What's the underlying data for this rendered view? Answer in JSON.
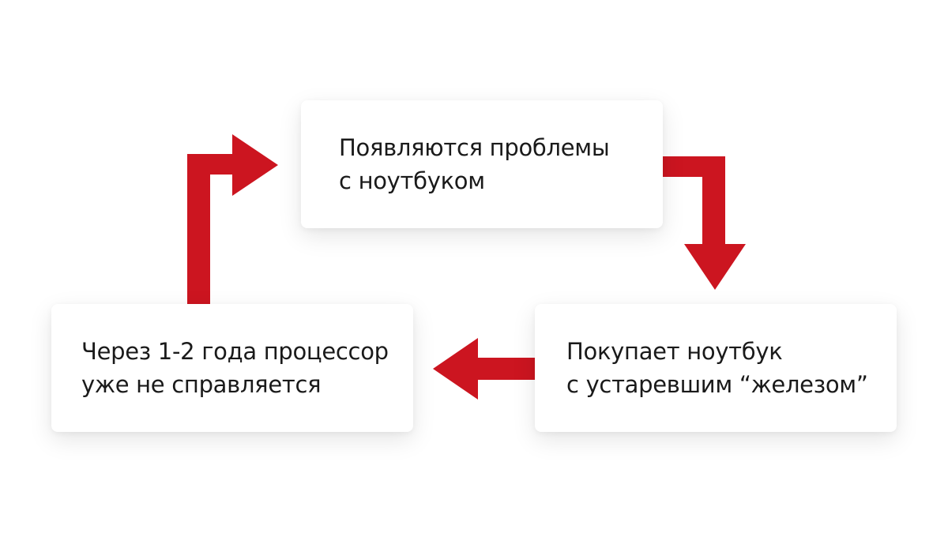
{
  "cycle": {
    "step_problems": {
      "line1": "Появляются проблемы",
      "line2": "с ноутбуком"
    },
    "step_buy": {
      "line1": "Покупает ноутбук",
      "line2": "с устаревшим “железом”"
    },
    "step_cpu": {
      "line1": "Через 1-2 года процессор",
      "line2": "уже не справляется"
    }
  },
  "colors": {
    "arrow": "#cc1520",
    "text": "#1a1a1a",
    "box": "#ffffff"
  }
}
